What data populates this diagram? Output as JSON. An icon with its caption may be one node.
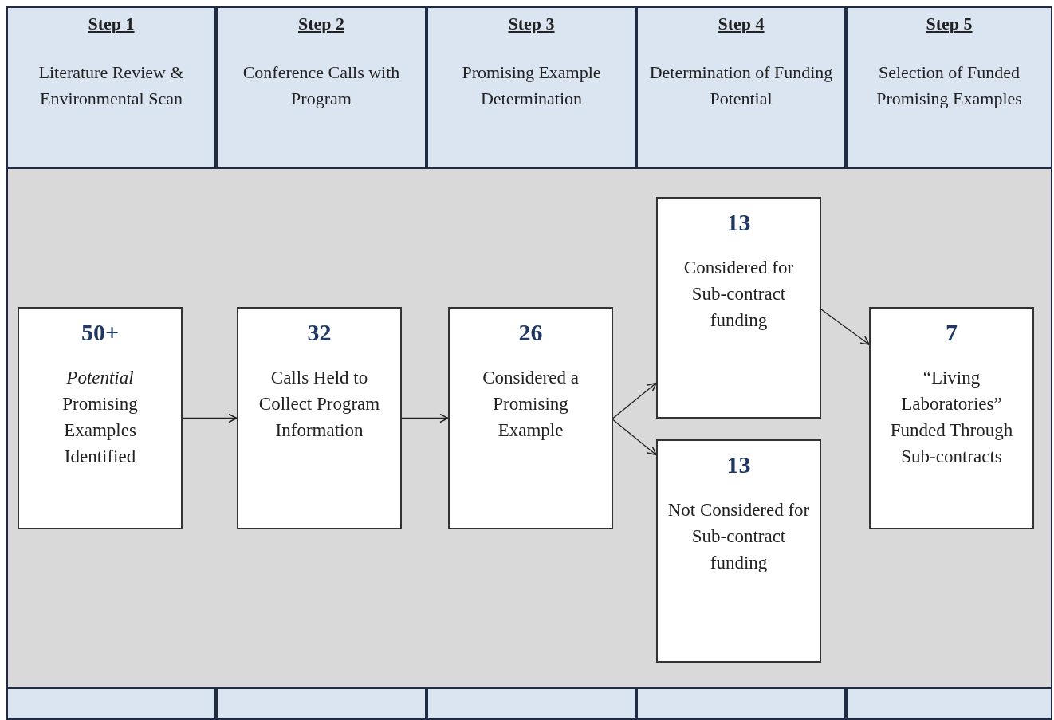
{
  "diagram": {
    "nodes": [
      {
        "text": [
          "Step 1",
          "Literature Review & Environmental Scan"
        ]
      },
      {
        "text": [
          "Step 2",
          "Conference Calls with Program"
        ]
      },
      {
        "text": [
          "Step 3",
          "Promising Example Determination"
        ]
      },
      {
        "text": [
          "Step 4",
          "Determination of Funding Potential"
        ]
      },
      {
        "text": [
          "Step 5",
          "Selection of Funded Promising Examples"
        ]
      },
      {
        "text": [
          "50+",
          "*Potential* Promising Examples Identified"
        ]
      },
      {
        "text": [
          "32",
          "Calls Held to Collect Program Information"
        ]
      },
      {
        "text": [
          "26",
          "Considered a Promising Example"
        ]
      },
      {
        "text": [
          "13",
          "Considered for Sub-contract funding"
        ]
      },
      {
        "text": [
          "13",
          "Not Considered for Sub-contract funding"
        ]
      },
      {
        "text": [
          "7",
          "“Living Laboratories” Funded Through Sub-contracts"
        ]
      },
      {
        "text": [],
        "shape": "box"
      },
      {
        "text": [],
        "shape": "box"
      },
      {
        "text": [],
        "shape": "box"
      },
      {
        "text": [],
        "shape": "box"
      },
      {
        "text": [],
        "shape": "box"
      }
    ],
    "edges": [
      {
        "from": 5,
        "to": 6,
        "arrow": "to"
      },
      {
        "from": 6,
        "to": 7,
        "arrow": "to"
      },
      {
        "from": 7,
        "to": 8,
        "arrow": "to"
      },
      {
        "from": 7,
        "to": 9,
        "arrow": "to"
      },
      {
        "from": 8,
        "to": 10,
        "arrow": "to"
      }
    ]
  }
}
